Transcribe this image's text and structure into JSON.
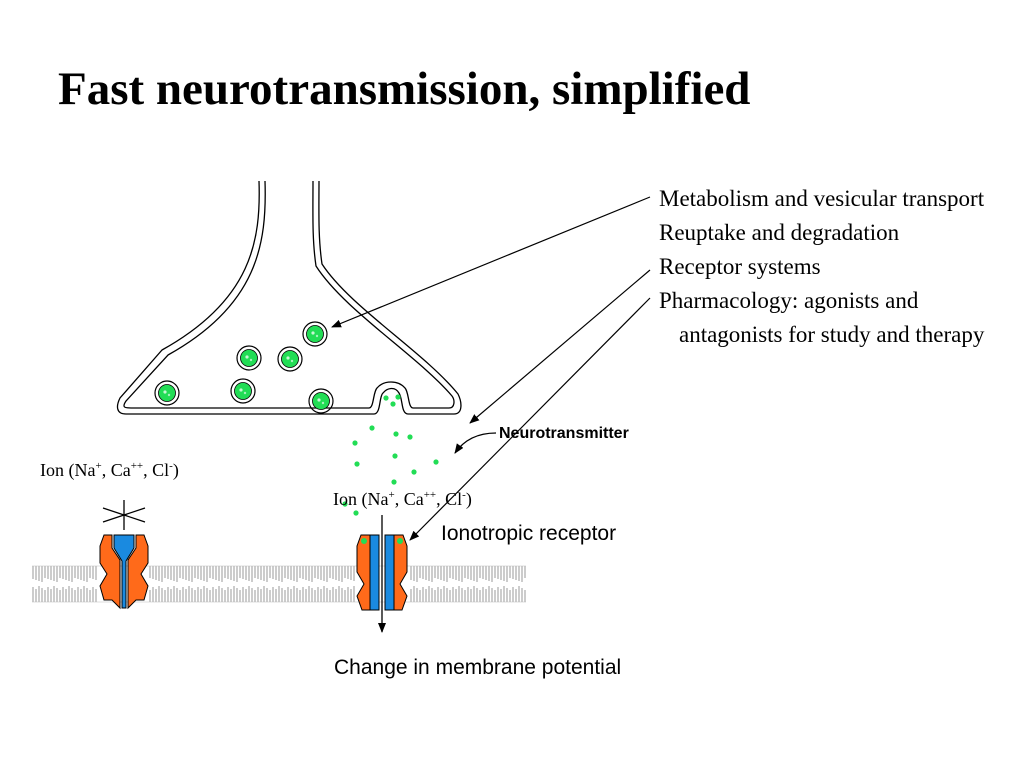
{
  "slide": {
    "title": "Fast neurotransmission, simplified"
  },
  "bullets": [
    "Metabolism and vesicular transport",
    "Reuptake and degradation",
    "Receptor systems",
    "Pharmacology: agonists and antagonists for study and therapy"
  ],
  "labels": {
    "neurotransmitter": "Neurotransmitter",
    "ion_prefix": "Ion (Na",
    "ion_plus": "+",
    "ion_ca": ", Ca",
    "ion_plusplus": "++",
    "ion_cl": ", Cl",
    "ion_minus": "-",
    "ion_close": ")",
    "ionotropic_receptor": "Ionotropic receptor",
    "membrane_potential": "Change in membrane potential"
  },
  "colors": {
    "neurotransmitter": "#22dd55",
    "receptor_outer": "#ff6a1a",
    "receptor_channel": "#1a8ae0",
    "membrane": "#999999"
  },
  "icons": {
    "blocked": "x-cross-icon",
    "arrow": "arrow-icon"
  }
}
